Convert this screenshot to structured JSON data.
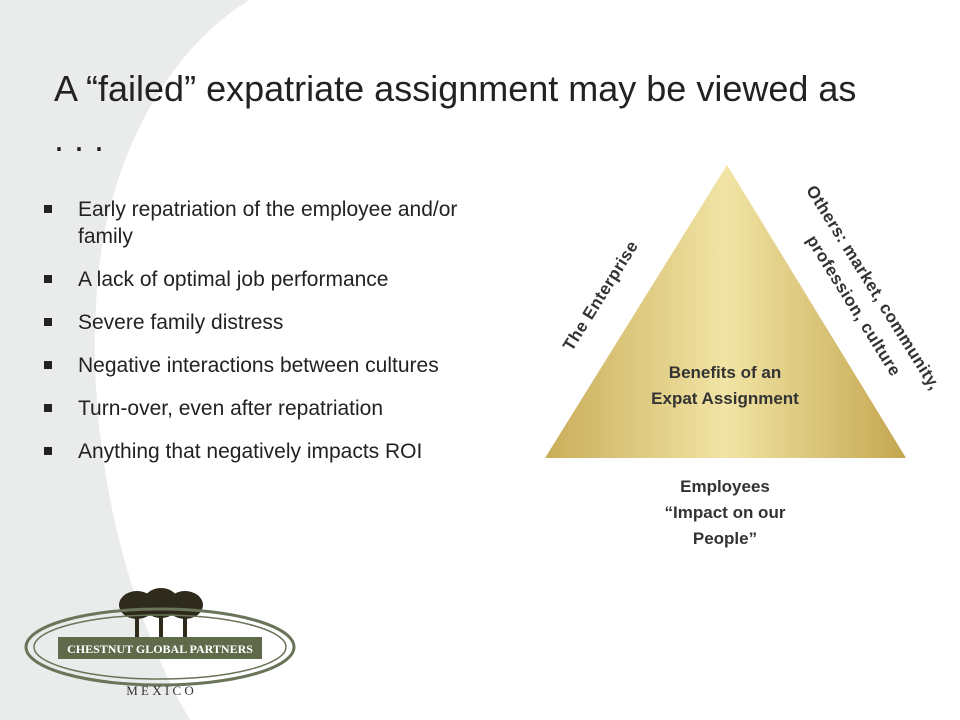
{
  "slide": {
    "title": "A “failed” expatriate assignment may be viewed as . . .",
    "bullets": [
      "Early repatriation of the employee and/or family",
      "A lack of optimal job performance",
      "Severe family distress",
      "Negative interactions between cultures",
      "Turn-over, even after repatriation",
      "Anything that negatively impacts ROI"
    ]
  },
  "diagram": {
    "left_side": "The Enterprise",
    "right_side_line1": "Others: market, community,",
    "right_side_line2": "profession, culture",
    "center_line1": "Benefits of an",
    "center_line2": "Expat Assignment",
    "bottom_line1": "Employees",
    "bottom_line2": "“Impact on our",
    "bottom_line3": "People”",
    "colors": {
      "pyramid_light": "#f0e3a0",
      "pyramid_dark": "#b89a45"
    }
  },
  "logo": {
    "name": "CHESTNUT GLOBAL PARTNERS",
    "sub": "M E X I C O",
    "icon": "chestnut-trees-icon"
  }
}
